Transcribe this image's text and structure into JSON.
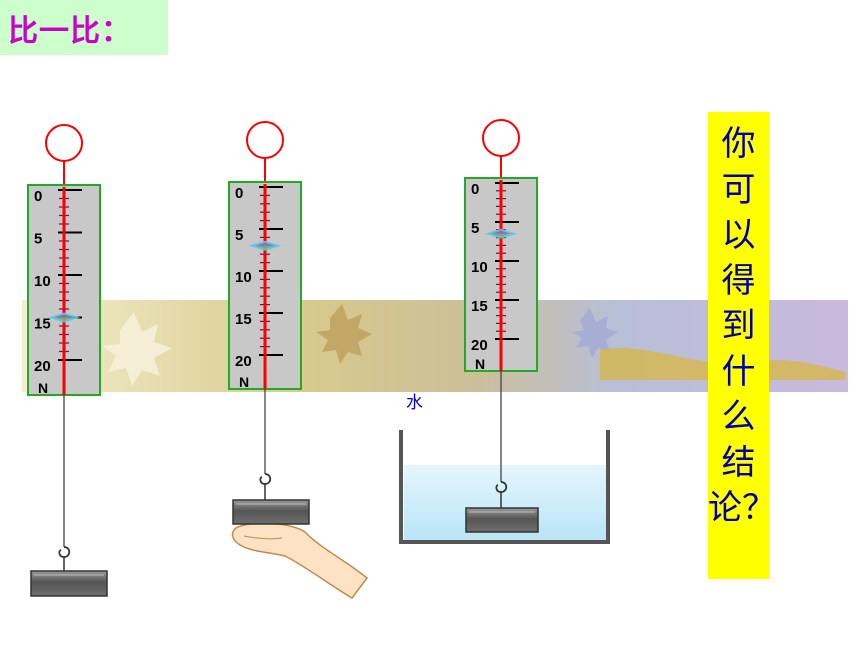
{
  "title": "比一比：",
  "question": "你\n可\n以\n得\n到\n什\n么\n结\n论？",
  "water_label": "水",
  "scale": {
    "tick_labels": [
      "0",
      "5",
      "10",
      "15",
      "20"
    ],
    "unit": "N",
    "min": 0,
    "max": 20
  },
  "scenarios": [
    {
      "name": "hanging-in-air",
      "reading": 15
    },
    {
      "name": "supported-by-hand",
      "reading": 7
    },
    {
      "name": "immersed-in-water",
      "reading": 6.5
    }
  ],
  "colors": {
    "title_bg": "#ccffcc",
    "title_text": "#cc00cc",
    "question_bg": "#ffff00",
    "question_text": "#0000aa",
    "scale_body": "#c8c8c8",
    "scale_border": "#22aa22",
    "spring_line": "#ff0000",
    "water": "#cdeefa"
  }
}
